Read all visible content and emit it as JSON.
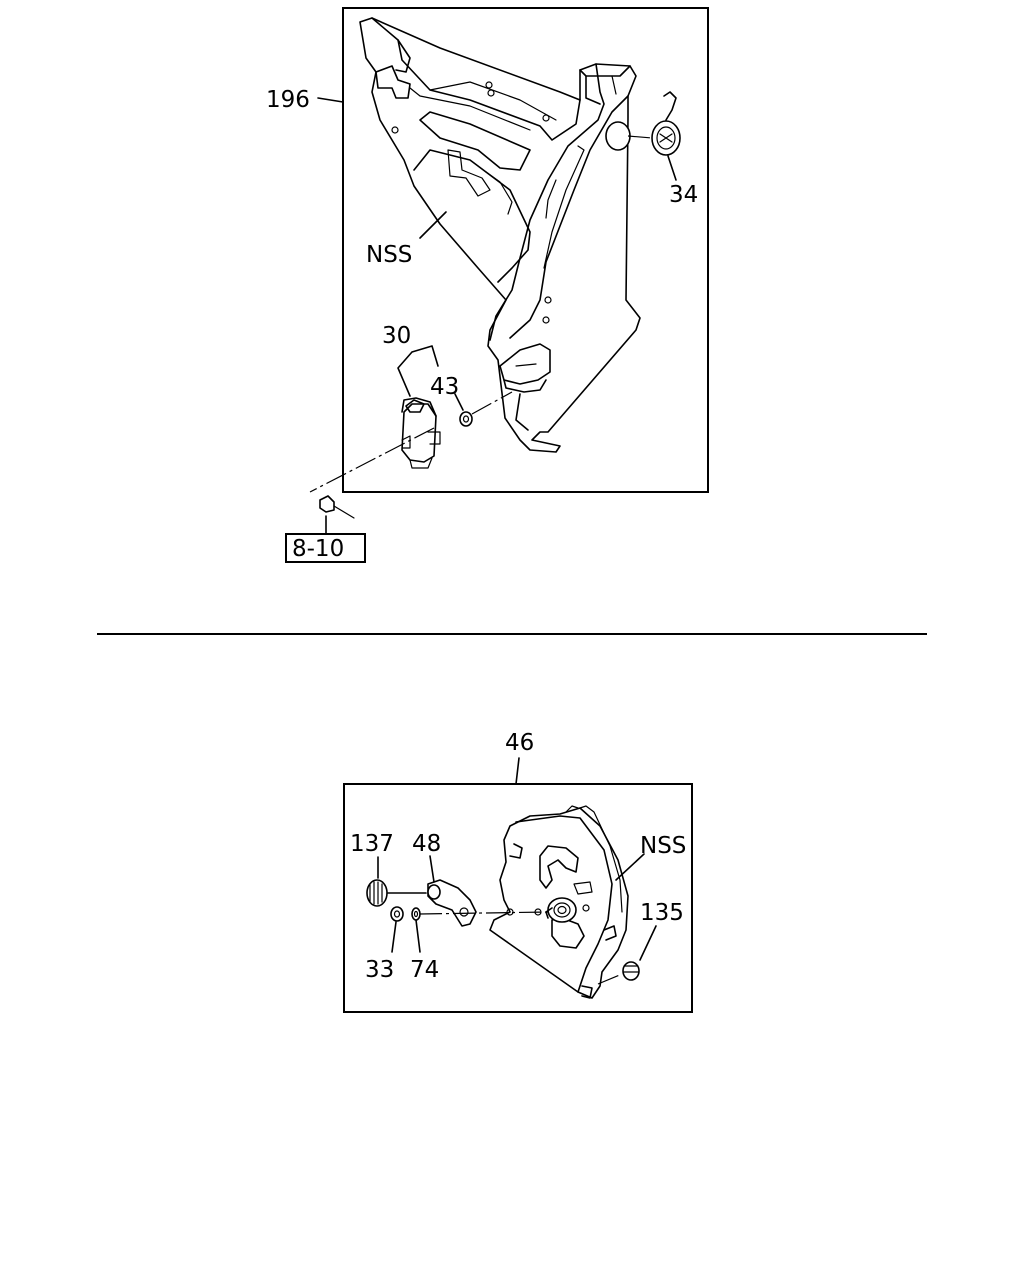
{
  "top_diagram": {
    "callouts": {
      "c196": "196",
      "c34": "34",
      "cNSS": "NSS",
      "c30": "30",
      "c43": "43",
      "ref_box": "8-10"
    }
  },
  "bottom_diagram": {
    "callouts": {
      "c46": "46",
      "c137": "137",
      "c48": "48",
      "cNSS": "NSS",
      "c135": "135",
      "c33": "33",
      "c74": "74"
    }
  }
}
